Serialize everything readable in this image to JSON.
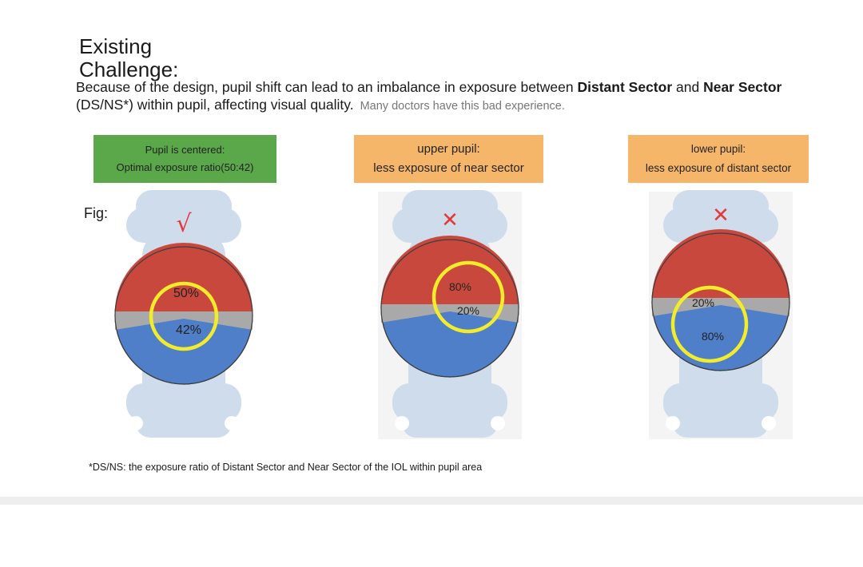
{
  "heading": {
    "title": "Existing Challenge:",
    "desc_part1": "Because of the design, pupil shift can lead to an imbalance in exposure between ",
    "desc_bold1": "Distant Sector",
    "desc_part2": " and ",
    "desc_bold2": "Near Sector",
    "desc_part3": " (DS/NS*) within pupil, affecting visual quality.",
    "desc_note": "Many doctors have this bad experience."
  },
  "fig_label": "Fig:",
  "panels": [
    {
      "line1": "Pupil is centered:",
      "line2": "Optimal exposure ratio(50:42)",
      "mark": "√",
      "mark_icon": "check-icon",
      "upper_label": "50%",
      "lower_label": "42%"
    },
    {
      "line1": "upper pupil:",
      "line2": "less exposure of near sector",
      "mark": "✕",
      "mark_icon": "cross-icon",
      "upper_label": "80%",
      "lower_label": "20%"
    },
    {
      "line1": "lower pupil:",
      "line2": "less exposure of distant sector",
      "mark": "✕",
      "mark_icon": "cross-icon",
      "upper_label": "20%",
      "lower_label": "80%"
    }
  ],
  "footnote": "*DS/NS: the exposure ratio of Distant Sector and Near Sector of the IOL within pupil area",
  "colors": {
    "distant_sector": "#c9483e",
    "near_sector": "#4f7fc8",
    "transition": "#a9a9a9",
    "pupil_ring": "#f2ec2b",
    "haptic": "#cfdcec",
    "check": "#e53935",
    "cross": "#e53935",
    "green_box": "#5aa84a",
    "orange_box": "#f6b66a"
  }
}
